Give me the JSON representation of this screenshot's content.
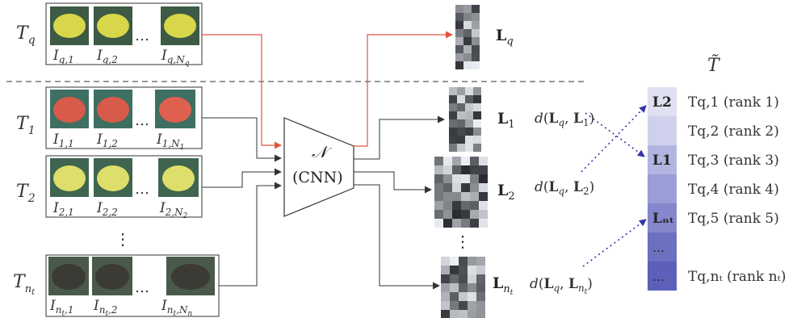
{
  "tracks": [
    {
      "id": "q",
      "label": "T_q",
      "images": [
        "I_{q,1}",
        "I_{q,2}",
        "I_{q,N_q}"
      ],
      "car_color": "#d8d64a",
      "descriptor": "L_q"
    },
    {
      "id": "t1",
      "label": "T_1",
      "images": [
        "I_{1,1}",
        "I_{1,2}",
        "I_{1,N_1}"
      ],
      "car_color": "#d85a4a",
      "descriptor": "L_1",
      "distance": "d(L_q, L_1)"
    },
    {
      "id": "t2",
      "label": "T_2",
      "images": [
        "I_{2,1}",
        "I_{2,2}",
        "I_{2,N_2}"
      ],
      "car_color": "#dede6a",
      "descriptor": "L_2",
      "distance": "d(L_q, L_2)"
    },
    {
      "id": "tn",
      "label": "T_{n_t}",
      "images": [
        "I_{n_t,1}",
        "I_{n_t,2}",
        "I_{n_t,N_{n_t}}"
      ],
      "car_color": "#3c3a34",
      "descriptor": "L_{n_t}",
      "distance": "d(L_q, L_{n_t})"
    }
  ],
  "ellipsis": "…",
  "vdots": "⋮",
  "network": {
    "symbol": "𝒩",
    "name": "(CNN)"
  },
  "ranking": {
    "title": "T̃",
    "rows": [
      {
        "badge": "L_2",
        "track": "T_{q,1}",
        "rank": "(rank 1)",
        "color": "#dfe0f1"
      },
      {
        "badge": "",
        "track": "T_{q,2}",
        "rank": "(rank 2)",
        "color": "#cfd1ec"
      },
      {
        "badge": "L_1",
        "track": "T_{q,3}",
        "rank": "(rank 3)",
        "color": "#b3b5e0"
      },
      {
        "badge": "",
        "track": "T_{q,4}",
        "rank": "(rank 4)",
        "color": "#9b9ed6"
      },
      {
        "badge": "L_{n_t}",
        "track": "T_{q,5}",
        "rank": "(rank 5)",
        "color": "#8487cc"
      },
      {
        "badge": "…",
        "track": "",
        "rank": "",
        "color": "#6c70c0"
      },
      {
        "badge": "…",
        "track": "T_{q,n_t}",
        "rank": "(rank n_t)",
        "color": "#5c60b8"
      }
    ]
  },
  "colors": {
    "query_arrow": "#e05540",
    "match_arrow": "#3333aa",
    "dashed": "#777777",
    "line": "#333333"
  }
}
